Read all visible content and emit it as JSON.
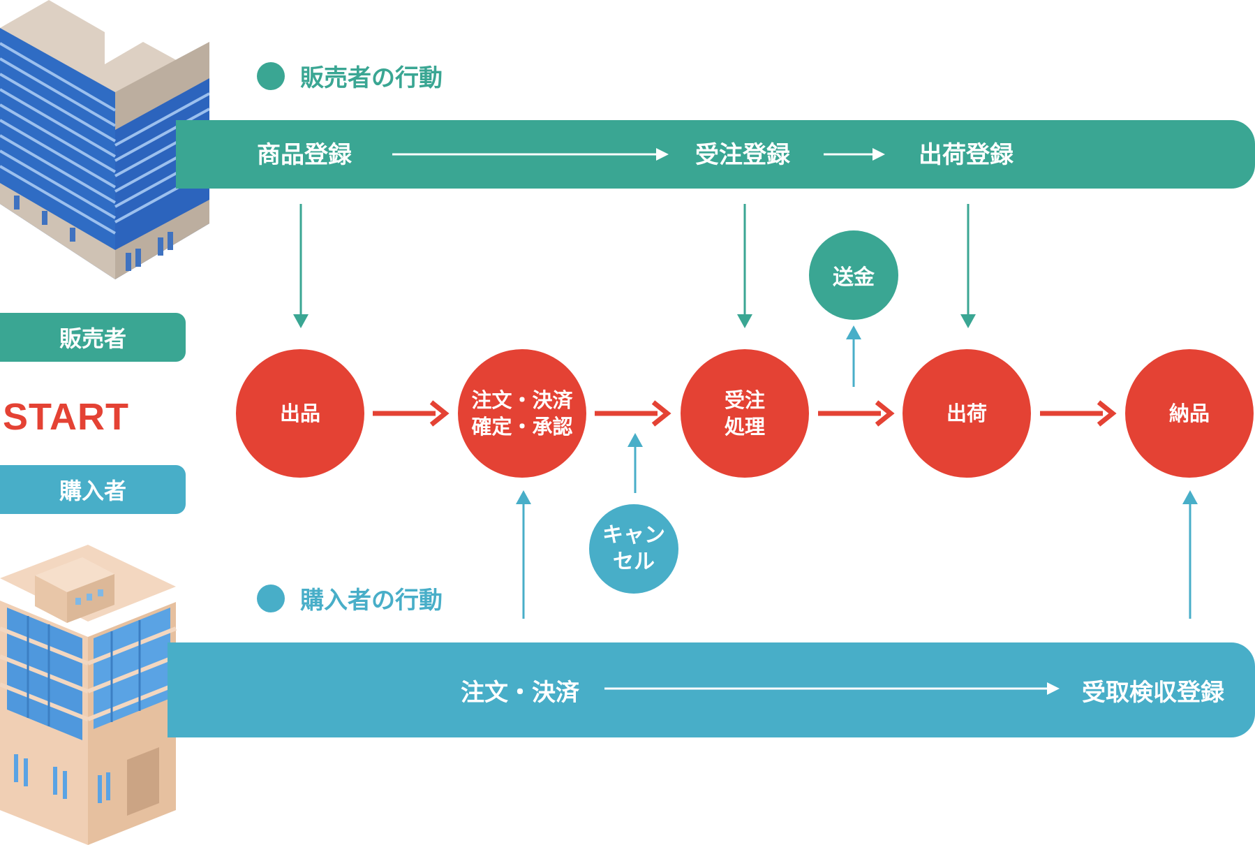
{
  "legend": {
    "seller": {
      "label": "販売者の行動",
      "color": "#3aa693"
    },
    "buyer": {
      "label": "購入者の行動",
      "color": "#48aec8"
    }
  },
  "roles": {
    "seller": "販売者",
    "buyer": "購入者",
    "start": "START"
  },
  "seller_band": {
    "steps": [
      "商品登録",
      "受注登録",
      "出荷登録"
    ]
  },
  "buyer_band": {
    "steps": [
      "注文・決済",
      "受取検収登録"
    ]
  },
  "process": [
    {
      "lines": [
        "出品"
      ]
    },
    {
      "lines": [
        "注文・決済",
        "確定・承認"
      ]
    },
    {
      "lines": [
        "受注",
        "処理"
      ]
    },
    {
      "lines": [
        "出荷"
      ]
    },
    {
      "lines": [
        "納品"
      ]
    }
  ],
  "side_nodes": {
    "remit": "送金",
    "cancel": [
      "キャン",
      "セル"
    ]
  },
  "colors": {
    "teal": "#3aa693",
    "blue": "#48aec8",
    "red": "#e44234",
    "white": "#ffffff"
  },
  "icons": {
    "seller_building": "office-building-blue",
    "buyer_building": "office-building-beige"
  }
}
